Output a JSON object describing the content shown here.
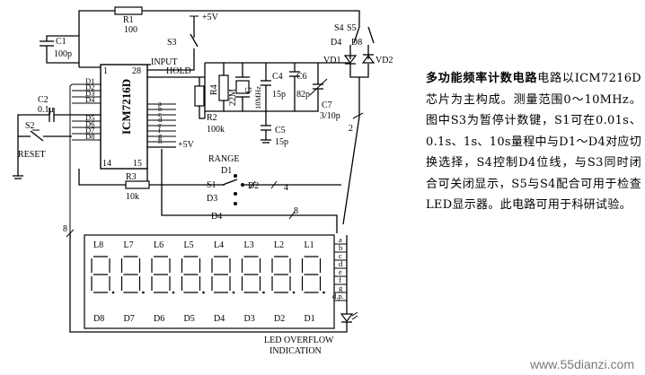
{
  "chip": {
    "name": "ICM7216D",
    "pin_1": "1",
    "pin_28": "28",
    "pin_14": "14",
    "pin_15": "15"
  },
  "components": {
    "r1": "R1",
    "r1_val": "100",
    "c1": "C1",
    "c1_val": "100p",
    "c2": "C2",
    "c2_val": "0.1μ",
    "s2": "S2",
    "reset": "RESET",
    "s3": "S3",
    "plus5v_top": "+5V",
    "plus5v_mid": "+5V",
    "input": "INPUT",
    "hold": "HOLD",
    "r4": "R4",
    "r4_val": "22M",
    "g": "G",
    "g_val": "10MHz",
    "c4": "C4",
    "c4_val": "15p",
    "c6": "C6",
    "c6_val": "82p",
    "c7": "C7",
    "c7_val": "3/10p",
    "c5": "C5",
    "c5_val": "15p",
    "r2": "R2",
    "r2_val": "100k",
    "s4": "S4",
    "s5": "S5",
    "d4_top": "D4",
    "d8_top": "D8",
    "vd1": "VD1",
    "vd2": "VD2",
    "range": "RANGE",
    "d1": "D1",
    "d2": "D2",
    "d3": "D3",
    "d4": "D4",
    "s1": "S1",
    "r3": "R3",
    "r3_val": "10k",
    "bus8_a": "8",
    "bus8_b": "8",
    "bus4": "4",
    "bus2": "2",
    "d_pins": [
      "D1",
      "D2",
      "D3",
      "D4",
      "D5",
      "D6",
      "D7",
      "D8"
    ],
    "seg_pins": [
      "a",
      "b",
      "c",
      "d",
      "e",
      "f",
      "g",
      "h"
    ],
    "seg_pins_right": [
      "a",
      "b",
      "c",
      "d",
      "e",
      "f",
      "g",
      "d.p."
    ]
  },
  "display": {
    "digits_top": [
      "L8",
      "L7",
      "L6",
      "L5",
      "L4",
      "L3",
      "L2",
      "L1"
    ],
    "digits_bottom": [
      "D8",
      "D7",
      "D6",
      "D5",
      "D4",
      "D3",
      "D2",
      "D1"
    ],
    "overflow": "LED OVERFLOW",
    "indication": "INDICATION"
  },
  "description": {
    "title": "多功能频率计数电路",
    "body": "电路以ICM7216D芯片为主构成。测量范围0～10MHz。图中S3为暂停计数键，S1可在0.01s、0.1s、1s、10s量程中与D1～D4对应切换选择，S4控制D4位线，与S3同时闭合可关闭显示，S5与S4配合可用于检查LED显示器。此电路可用于科研试验。"
  },
  "watermark": "www.55dianzi.com"
}
